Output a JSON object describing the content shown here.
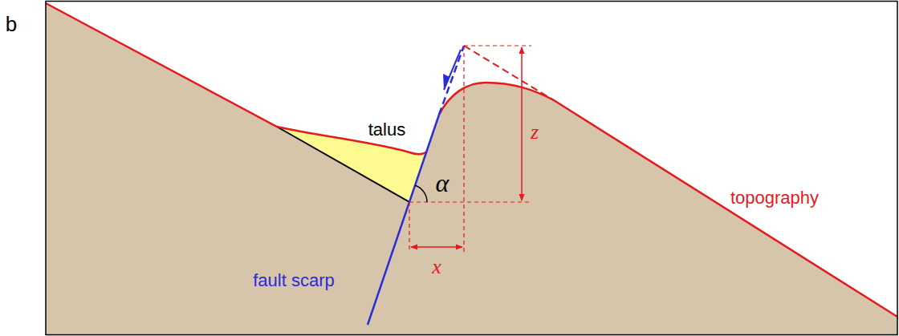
{
  "diagram": {
    "labels": [
      "b",
      "talus",
      "α",
      "z",
      "x",
      "topography",
      "fault scarp"
    ]
  }
}
